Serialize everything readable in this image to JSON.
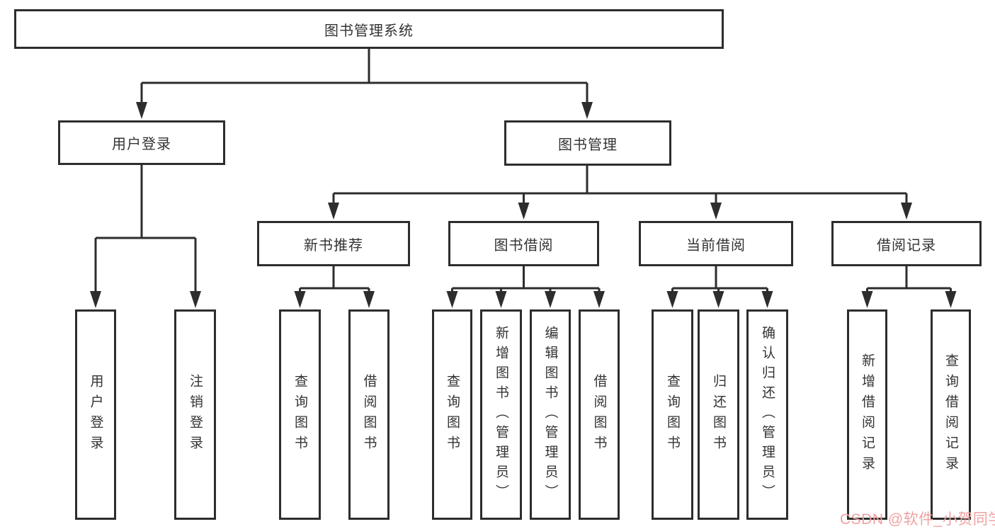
{
  "page": {
    "background": "#ffffff"
  },
  "colors": {
    "line": "#2d2d2d",
    "box_border": "#2d2d2d",
    "box_fill": "#ffffff",
    "text": "#333333",
    "watermark": "#f0a1a1"
  },
  "tree": {
    "root": {
      "label": "图书管理系统"
    },
    "branches": [
      {
        "label": "用户登录",
        "leaves": [
          {
            "label": "用户登录"
          },
          {
            "label": "注销登录"
          }
        ]
      },
      {
        "label": "图书管理",
        "children": [
          {
            "label": "新书推荐",
            "leaves": [
              {
                "label": "查询图书"
              },
              {
                "label": "借阅图书"
              }
            ]
          },
          {
            "label": "图书借阅",
            "leaves": [
              {
                "label": "查询图书"
              },
              {
                "label": "新增图书（管理员）"
              },
              {
                "label": "编辑图书（管理员）"
              },
              {
                "label": "借阅图书"
              }
            ]
          },
          {
            "label": "当前借阅",
            "leaves": [
              {
                "label": "查询图书"
              },
              {
                "label": "归还图书"
              },
              {
                "label": "确认归还（管理员）"
              }
            ]
          },
          {
            "label": "借阅记录",
            "leaves": [
              {
                "label": "新增借阅记录"
              },
              {
                "label": "查询借阅记录"
              }
            ]
          }
        ]
      }
    ]
  },
  "watermark": {
    "text": "CSDN @软件_小贺同学"
  }
}
